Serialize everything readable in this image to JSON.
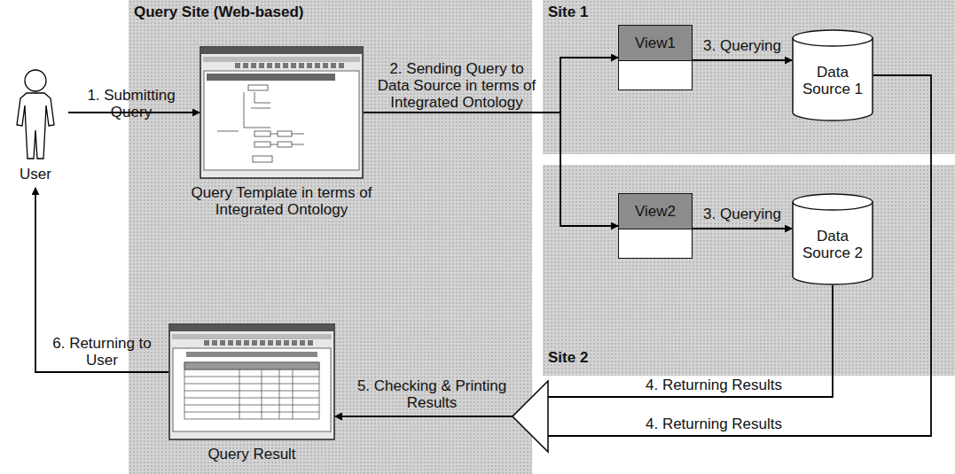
{
  "diagram": {
    "nodes": [
      {
        "text": [
          "Query Site (Web-based)"
        ]
      },
      {
        "text": [
          "Site 1"
        ]
      },
      {
        "text": [
          "Site 2"
        ]
      },
      {
        "text": [
          "User"
        ]
      },
      {
        "text": [
          "Query Template in terms of Integrated Ontology"
        ],
        "in": 0
      },
      {
        "text": [
          "View1"
        ],
        "in": 1
      },
      {
        "text": [
          "Data Source 1"
        ],
        "in": 1
      },
      {
        "text": [
          "View2"
        ],
        "in": 2
      },
      {
        "text": [
          "Data Source 2"
        ],
        "in": 2
      },
      {
        "text": [
          "Query Result"
        ],
        "in": 0
      }
    ],
    "edges": [
      {
        "from": 3,
        "to": 4,
        "arrow": "to",
        "label": "1. Submitting Query"
      },
      {
        "from": 4,
        "to": 5,
        "arrow": "to",
        "label": "2. Sending Query to Data Source in terms of Integrated Ontology"
      },
      {
        "from": 4,
        "to": 7,
        "arrow": "to"
      },
      {
        "from": 5,
        "to": 6,
        "arrow": "to",
        "label": "3. Querying"
      },
      {
        "from": 7,
        "to": 8,
        "arrow": "to",
        "label": "3. Querying"
      },
      {
        "from": 8,
        "to": 9,
        "arrow": "to",
        "label": "4. Returning Results"
      },
      {
        "from": 6,
        "to": 9,
        "arrow": "to",
        "label": "4. Returning Results"
      },
      {
        "from": 9,
        "to": 3,
        "arrow": "to",
        "label": "6. Returning to User"
      }
    ],
    "labels": [
      "5. Checking & Printing Results"
    ]
  }
}
